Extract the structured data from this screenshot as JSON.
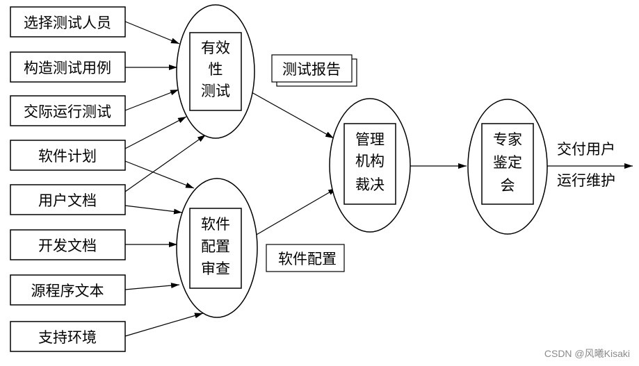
{
  "inputs": {
    "select_testers": "选择测试人员",
    "construct_cases": "构造测试用例",
    "cross_run_test": "交际运行测试",
    "software_plan": "软件计划",
    "user_docs": "用户文档",
    "dev_docs": "开发文档",
    "source_text": "源程序文本",
    "support_env": "支持环境"
  },
  "processes": {
    "effectiveness_test": [
      "有效",
      "性",
      "测试"
    ],
    "config_review": [
      "软件",
      "配置",
      "审查"
    ],
    "management_decision": [
      "管理",
      "机构",
      "裁决"
    ],
    "expert_appraisal": [
      "专家",
      "鉴定",
      "会"
    ]
  },
  "artifacts": {
    "test_report": "测试报告",
    "software_config": "软件配置"
  },
  "outputs": {
    "line1": "交付用户",
    "line2": "运行维护"
  },
  "watermark": "CSDN @风曦Kisaki"
}
